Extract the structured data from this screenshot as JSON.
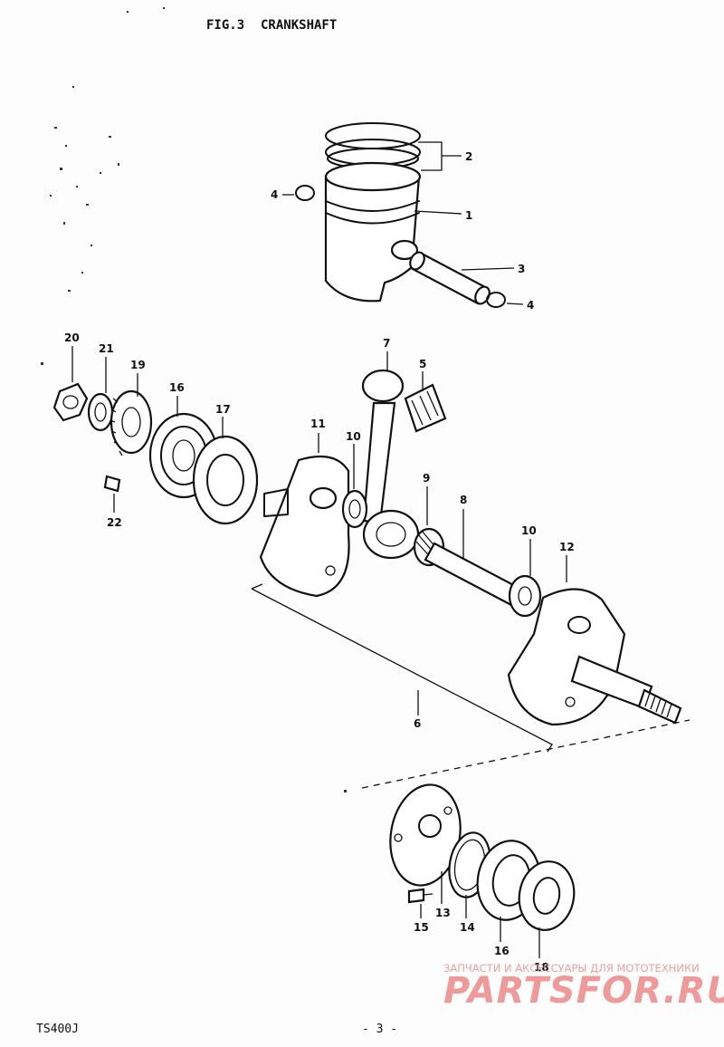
{
  "figure": {
    "title": "FIG.3",
    "subtitle": "CRANKSHAFT"
  },
  "footer": {
    "model": "TS400J",
    "page": "- 3 -"
  },
  "watermark": {
    "tagline": "ЗАПЧАСТИ И АКСЕССУАРЫ ДЛЯ МОТОТЕХНИКИ",
    "brand": "PARTSFOR.RU"
  },
  "callouts": {
    "c1": "1",
    "c2": "2",
    "c3": "3",
    "c4a": "4",
    "c4b": "4",
    "c5": "5",
    "c6": "6",
    "c7": "7",
    "c8": "8",
    "c9": "9",
    "c10a": "10",
    "c10b": "10",
    "c11": "11",
    "c12": "12",
    "c13": "13",
    "c14": "14",
    "c15": "15",
    "c16a": "16",
    "c16b": "16",
    "c17": "17",
    "c18": "18",
    "c19": "19",
    "c20": "20",
    "c21": "21",
    "c22": "22"
  }
}
